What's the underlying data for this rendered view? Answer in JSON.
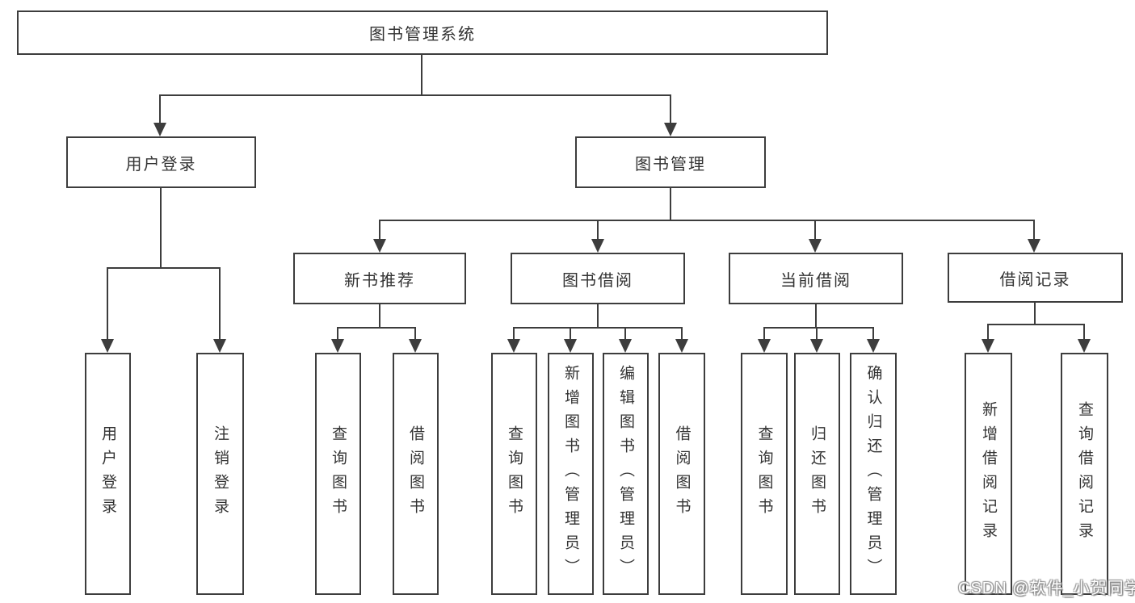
{
  "diagram": {
    "root": {
      "label": "图书管理系统"
    },
    "level2": [
      {
        "label": "用户登录"
      },
      {
        "label": "图书管理"
      }
    ],
    "level3": [
      {
        "label": "新书推荐",
        "parent": "图书管理"
      },
      {
        "label": "图书借阅",
        "parent": "图书管理"
      },
      {
        "label": "当前借阅",
        "parent": "图书管理"
      },
      {
        "label": "借阅记录",
        "parent": "图书管理"
      }
    ],
    "leaves": [
      {
        "label": "用户登录",
        "parent": "用户登录"
      },
      {
        "label": "注销登录",
        "parent": "用户登录"
      },
      {
        "label": "查询图书",
        "parent": "新书推荐"
      },
      {
        "label": "借阅图书",
        "parent": "新书推荐"
      },
      {
        "label": "查询图书",
        "parent": "图书借阅"
      },
      {
        "label": "新增图书（管理员）",
        "parent": "图书借阅"
      },
      {
        "label": "编辑图书（管理员）",
        "parent": "图书借阅"
      },
      {
        "label": "借阅图书",
        "parent": "图书借阅"
      },
      {
        "label": "查询图书",
        "parent": "当前借阅"
      },
      {
        "label": "归还图书",
        "parent": "当前借阅"
      },
      {
        "label": "确认归还（管理员）",
        "parent": "当前借阅"
      },
      {
        "label": "新增借阅记录",
        "parent": "借阅记录"
      },
      {
        "label": "查询借阅记录",
        "parent": "借阅记录"
      }
    ]
  },
  "watermark": {
    "text": "CSDN @软件_小贺同学"
  },
  "colors": {
    "line": "#3d3d3d",
    "text": "#333333",
    "background": "#ffffff",
    "watermark_fill": "#ffffff",
    "watermark_outline": "#8c8c8c"
  }
}
